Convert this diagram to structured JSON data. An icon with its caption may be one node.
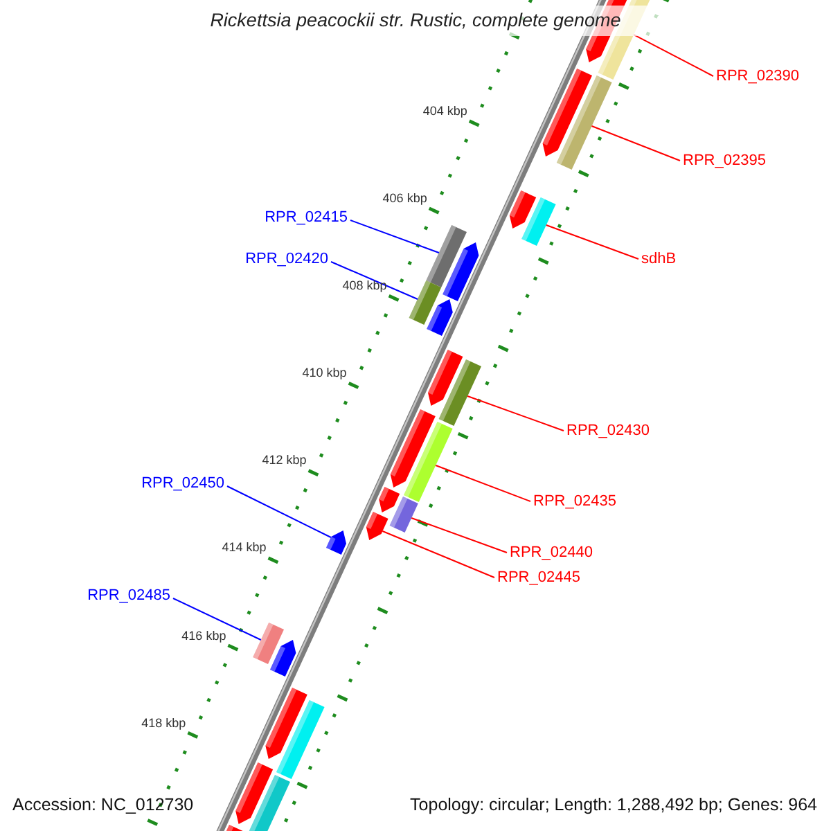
{
  "diagram": {
    "title": "Rickettsia peacockii str. Rustic, complete genome",
    "nodes": [
      {
        "text": [
          "RPR_02390"
        ]
      },
      {
        "text": [
          "RPR_02395"
        ]
      },
      {
        "text": [
          "sdhB"
        ]
      },
      {
        "text": [
          "RPR_02415"
        ]
      },
      {
        "text": [
          "RPR_02420"
        ]
      },
      {
        "text": [
          "RPR_02430"
        ]
      },
      {
        "text": [
          "RPR_02435"
        ]
      },
      {
        "text": [
          "RPR_02440"
        ]
      },
      {
        "text": [
          "RPR_02445"
        ]
      },
      {
        "text": [
          "RPR_02450"
        ]
      },
      {
        "text": [
          "RPR_02485"
        ]
      },
      {
        "text": [],
        "shape": "pentagon"
      },
      {
        "text": [],
        "shape": "pentagon"
      },
      {
        "text": [],
        "shape": "pentagon"
      },
      {
        "text": [],
        "shape": "pentagon"
      },
      {
        "text": [],
        "shape": "pentagon"
      },
      {
        "text": [],
        "shape": "pentagon"
      },
      {
        "text": [],
        "shape": "pentagon"
      },
      {
        "text": [],
        "shape": "pentagon"
      },
      {
        "text": [],
        "shape": "pentagon"
      },
      {
        "text": [],
        "shape": "pentagon"
      },
      {
        "text": [],
        "shape": "bar"
      },
      {
        "text": [],
        "shape": "bar"
      },
      {
        "text": [],
        "shape": "bar"
      },
      {
        "text": [],
        "shape": "bar"
      },
      {
        "text": [],
        "shape": "bar"
      },
      {
        "text": [],
        "shape": "bar"
      },
      {
        "text": [],
        "shape": "bar"
      },
      {
        "text": [],
        "shape": "bar"
      },
      {
        "text": [],
        "shape": "pentagon"
      },
      {
        "text": [],
        "shape": "pentagon"
      },
      {
        "text": [],
        "shape": "pentagon"
      },
      {
        "text": [],
        "shape": "pentagon"
      },
      {
        "text": [],
        "shape": "bar"
      },
      {
        "text": [],
        "shape": "bar"
      },
      {
        "text": [],
        "shape": "bar"
      }
    ],
    "edges": [
      {
        "from": 0,
        "to": 21,
        "arrow": "none"
      },
      {
        "from": 1,
        "to": 22,
        "arrow": "none"
      },
      {
        "from": 2,
        "to": 23,
        "arrow": "none"
      },
      {
        "from": 3,
        "to": 33,
        "arrow": "none",
        "color": "#0000ff"
      },
      {
        "from": 4,
        "to": 34,
        "arrow": "none",
        "color": "#0000ff"
      },
      {
        "from": 5,
        "to": 24,
        "arrow": "none"
      },
      {
        "from": 6,
        "to": 25,
        "arrow": "none"
      },
      {
        "from": 7,
        "to": 26,
        "arrow": "none"
      },
      {
        "from": 8,
        "to": 17,
        "arrow": "none"
      },
      {
        "from": 9,
        "to": 31,
        "arrow": "none",
        "color": "#0000ff"
      },
      {
        "from": 10,
        "to": 35,
        "arrow": "none",
        "color": "#0000ff"
      }
    ],
    "labels": [
      "404 kbp",
      "406 kbp",
      "408 kbp",
      "410 kbp",
      "412 kbp",
      "414 kbp",
      "416 kbp",
      "418 kbp",
      "Accession: NC_012730",
      "Topology: circular; Length: 1,288,492 bp; Genes: 964"
    ]
  }
}
